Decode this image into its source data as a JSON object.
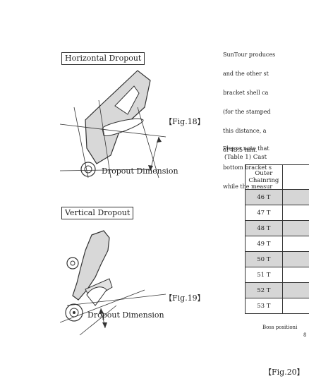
{
  "left": {
    "horizontal_label": "Horizontal Dropout",
    "fig18": "【Fig.18】",
    "dimension_label_1": "Dropout Dimension",
    "vertical_label": "Vertical Dropout",
    "fig19": "【Fig.19】",
    "dimension_label_2": "Dropout Dimension"
  },
  "right": {
    "para1": [
      "SunTour produces",
      "and the other st",
      "bracket shell ca",
      "(for the stamped",
      "this distance, a",
      "of 43.5 mm."
    ],
    "para2": [
      "Please note that",
      "bottom bracket s",
      "while the measur"
    ],
    "table_caption": "(Table 1)  Cast",
    "table": {
      "header": "Outer\nChainring",
      "rows": [
        "46 T",
        "47 T",
        "48 T",
        "49 T",
        "50 T",
        "51 T",
        "52 T",
        "53 T"
      ]
    },
    "footnote_1": "Boss positioni",
    "footnote_2": "8",
    "fig20": "【Fig.20】"
  },
  "colors": {
    "shade": "#d6d6d6",
    "ink": "#222222",
    "part_fill": "#d8d8d8"
  }
}
